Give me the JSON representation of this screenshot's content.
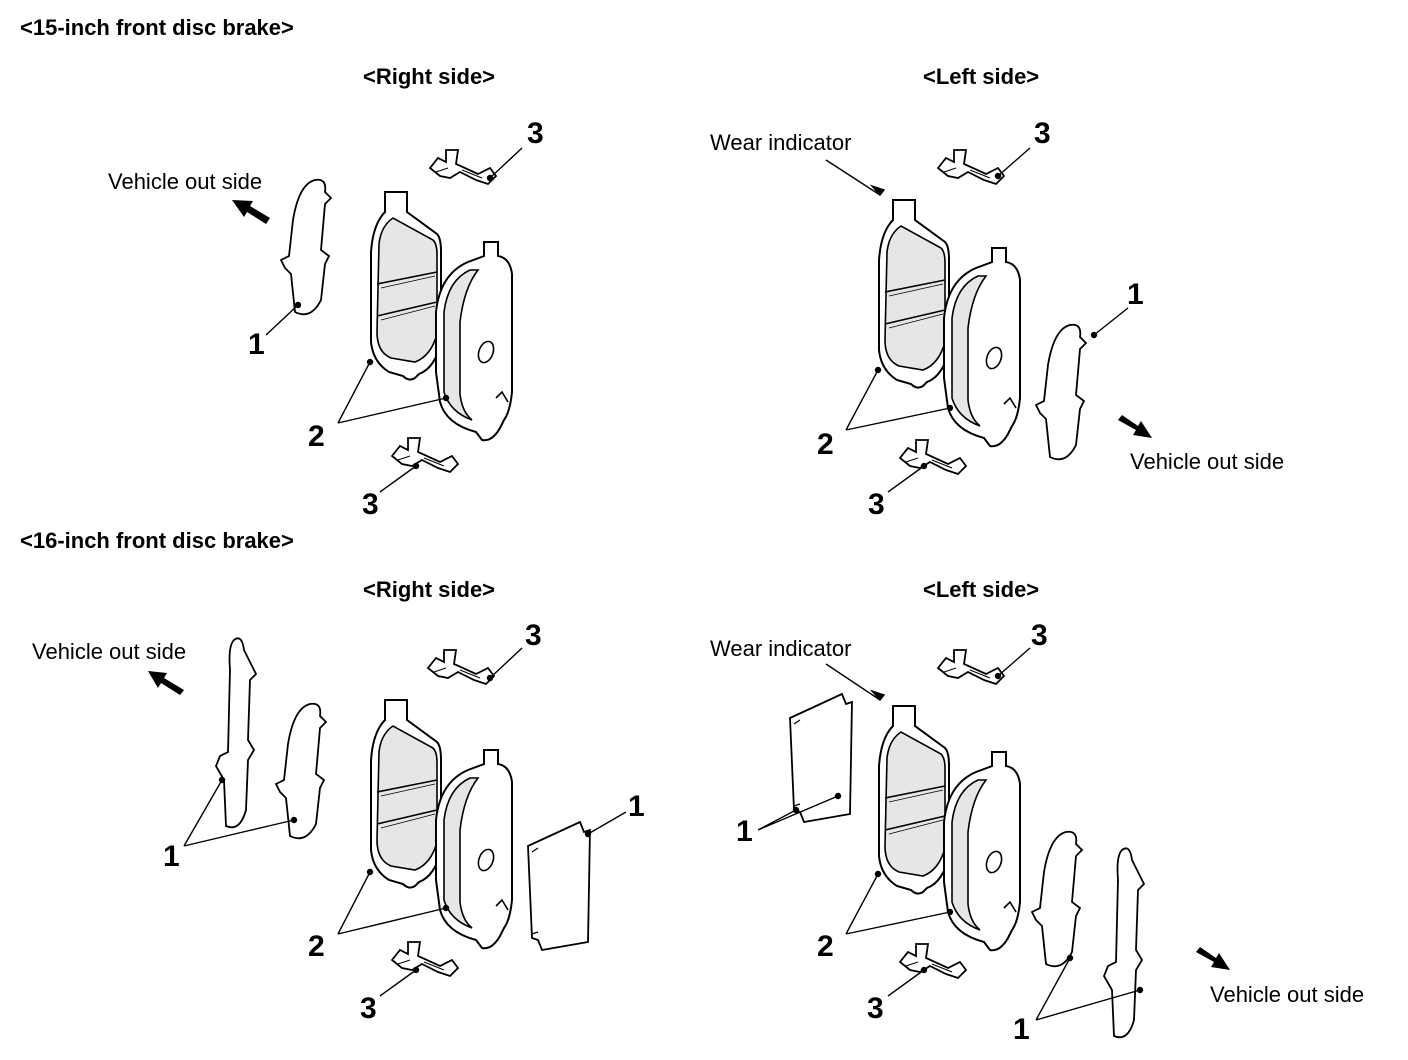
{
  "sections": [
    {
      "title": "<15-inch front disc brake>",
      "right": {
        "heading": "<Right side>",
        "vehicle_label": "Vehicle out side",
        "callouts": [
          "1",
          "2",
          "3",
          "3"
        ]
      },
      "left": {
        "heading": "<Left side>",
        "wear_label": "Wear indicator",
        "vehicle_label": "Vehicle out side",
        "callouts": [
          "1",
          "2",
          "3",
          "3"
        ]
      }
    },
    {
      "title": "<16-inch front disc brake>",
      "right": {
        "heading": "<Right side>",
        "vehicle_label": "Vehicle out side",
        "callouts": [
          "1",
          "1",
          "2",
          "3",
          "3"
        ]
      },
      "left": {
        "heading": "<Left side>",
        "wear_label": "Wear indicator",
        "vehicle_label": "Vehicle out side",
        "callouts": [
          "1",
          "1",
          "2",
          "3",
          "3"
        ]
      }
    }
  ],
  "colors": {
    "line": "#000000",
    "fill": "#ffffff",
    "shade": "#e6e6e6"
  }
}
